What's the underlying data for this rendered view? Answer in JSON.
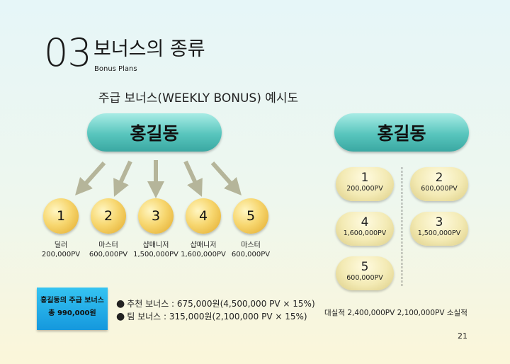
{
  "header": {
    "number": "03",
    "title": "보너스의 종류",
    "subtitle_en": "Bonus Plans"
  },
  "subtitle": "주급 보너스(WEEKLY BONUS) 예시도",
  "left": {
    "top_name": "홍길동",
    "members": [
      {
        "num": "1",
        "role": "딜러",
        "pv": "200,000PV"
      },
      {
        "num": "2",
        "role": "마스터",
        "pv": "600,000PV"
      },
      {
        "num": "3",
        "role": "샵매니저",
        "pv": "1,500,000PV"
      },
      {
        "num": "4",
        "role": "샵매니저",
        "pv": "1,600,000PV"
      },
      {
        "num": "5",
        "role": "마스터",
        "pv": "600,000PV"
      }
    ]
  },
  "right": {
    "top_name": "홍길동",
    "left_col": [
      {
        "num": "1",
        "pv": "200,000PV"
      },
      {
        "num": "4",
        "pv": "1,600,000PV"
      },
      {
        "num": "5",
        "pv": "600,000PV"
      }
    ],
    "right_col": [
      {
        "num": "2",
        "pv": "600,000PV"
      },
      {
        "num": "3",
        "pv": "1,500,000PV"
      }
    ],
    "totals": "대실적 2,400,000PV   2,100,000PV 소실적"
  },
  "bonus": {
    "box_line1": "홍길동의 주급 보너스",
    "box_line2": "총 990,000원",
    "bullet": "●",
    "line1": "추천 보너스 : 675,000원(4,500,000 PV  × 15%)",
    "line2": "팀 보너스 :  315,000원(2,100,000 PV × 15%)"
  },
  "page_number": "21",
  "colors": {
    "teal_pill": "#58c5bd",
    "coin_gold": "#f7d770",
    "bonus_box": "#1598dd",
    "arrow": "#b5b59a"
  }
}
